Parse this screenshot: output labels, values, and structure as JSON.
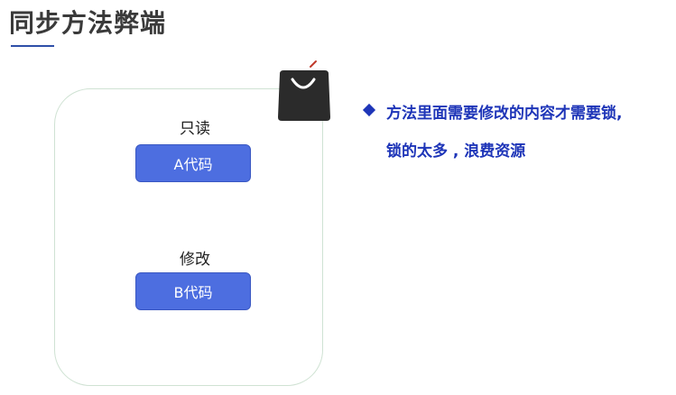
{
  "title": "同步方法弊端",
  "diagram": {
    "read_only_label": "只读",
    "code_a_label": "A代码",
    "modify_label": "修改",
    "code_b_label": "B代码"
  },
  "bullet": {
    "line1": "方法里面需要修改的内容才需要锁,",
    "line2": "锁的太多 , 浪费资源"
  },
  "icons": {
    "bag": "shopping-bag-icon"
  },
  "colors": {
    "accent_blue": "#1e35b8",
    "box_blue": "#4d6ee0",
    "frame_green": "#cfe2d3"
  }
}
